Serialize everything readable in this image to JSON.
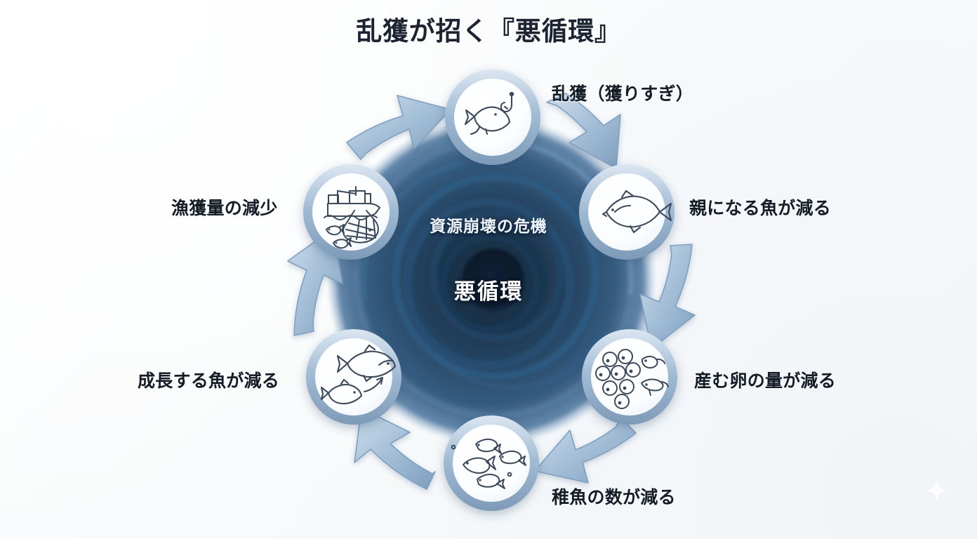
{
  "page": {
    "title": "乱獲が招く『悪循環』",
    "background_color": "#fbfcfd",
    "accent_color": "#8fb0cf",
    "vortex_color": "#0d2339",
    "label_color": "#141c26"
  },
  "center": {
    "subtitle": "資源崩壊の危機",
    "main_label": "悪循環"
  },
  "cycle": {
    "direction": "clockwise",
    "nodes": [
      {
        "id": "overfishing",
        "label": "乱獲（獲りすぎ）",
        "icon": "fish-hook-icon",
        "position": "top",
        "label_side": "right"
      },
      {
        "id": "fewer-parents",
        "label": "親になる魚が減る",
        "icon": "adult-fish-icon",
        "position": "upper-right",
        "label_side": "right"
      },
      {
        "id": "fewer-eggs",
        "label": "産む卵の量が減る",
        "icon": "fish-eggs-icon",
        "position": "lower-right",
        "label_side": "right"
      },
      {
        "id": "fewer-fry",
        "label": "稚魚の数が減る",
        "icon": "juvenile-fish-icon",
        "position": "bottom",
        "label_side": "right"
      },
      {
        "id": "less-growth",
        "label": "成長する魚が減る",
        "icon": "growing-fish-icon",
        "position": "lower-left",
        "label_side": "left"
      },
      {
        "id": "lower-catch",
        "label": "漁獲量の減少",
        "icon": "fishing-boat-icon",
        "position": "upper-left",
        "label_side": "left"
      }
    ],
    "arrows": [
      {
        "from": "overfishing",
        "to": "fewer-parents"
      },
      {
        "from": "fewer-parents",
        "to": "fewer-eggs"
      },
      {
        "from": "fewer-eggs",
        "to": "fewer-fry"
      },
      {
        "from": "fewer-fry",
        "to": "less-growth"
      },
      {
        "from": "less-growth",
        "to": "lower-catch"
      },
      {
        "from": "lower-catch",
        "to": "overfishing"
      }
    ]
  },
  "decor": {
    "sparkle": "sparkle-icon"
  }
}
